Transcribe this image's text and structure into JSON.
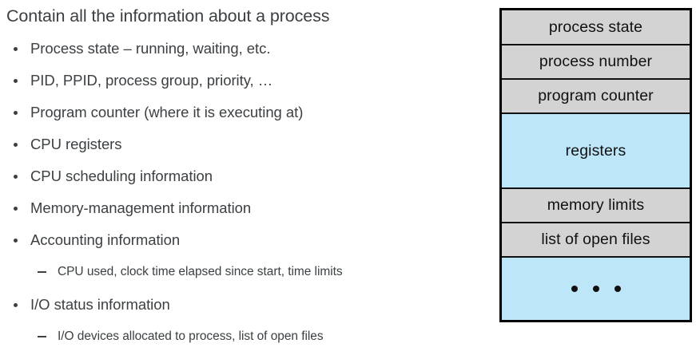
{
  "slide": {
    "title": "Contain all the information about a process"
  },
  "bullets": [
    {
      "level": 1,
      "text": "Process state – running, waiting, etc."
    },
    {
      "level": 1,
      "text": "PID, PPID, process group, priority, …"
    },
    {
      "level": 1,
      "text": "Program counter (where it is executing at)"
    },
    {
      "level": 1,
      "text": "CPU registers"
    },
    {
      "level": 1,
      "text": "CPU scheduling information"
    },
    {
      "level": 1,
      "text": "Memory-management information"
    },
    {
      "level": 1,
      "text": "Accounting information"
    },
    {
      "level": 2,
      "text": "CPU used, clock time elapsed since start, time limits"
    },
    {
      "level": 1,
      "text": "I/O status information"
    },
    {
      "level": 2,
      "text": "I/O devices allocated to process, list of open files"
    }
  ],
  "pcb": {
    "rows": [
      {
        "label": "process state",
        "fill": "gray"
      },
      {
        "label": "process number",
        "fill": "gray"
      },
      {
        "label": "program counter",
        "fill": "gray"
      },
      {
        "label": "registers",
        "fill": "blue"
      },
      {
        "label": "memory limits",
        "fill": "gray"
      },
      {
        "label": "list of open files",
        "fill": "gray"
      },
      {
        "label": "",
        "fill": "blue"
      }
    ],
    "ellipsis": "• • •"
  },
  "colors": {
    "gray_fill": "#d3d3d3",
    "blue_fill": "#bde6f8",
    "border": "#111111",
    "text": "#3c4043"
  }
}
